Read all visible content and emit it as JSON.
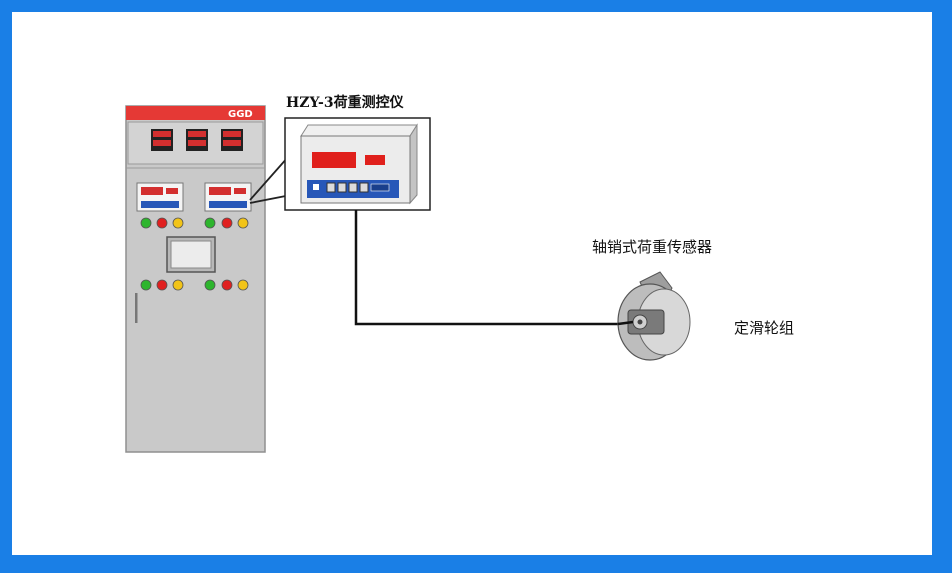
{
  "diagram": {
    "cabinet": {
      "brand": "GGD"
    },
    "labels": {
      "controller": "HZY-3荷重测控仪",
      "sensor": "轴销式荷重传感器",
      "pulley": "定滑轮组"
    },
    "colors": {
      "frame_border": "#1a7fe6",
      "cabinet_body": "#c9c9c9",
      "cabinet_top": "#e53935",
      "led_red": "#e0201c",
      "indicator_green": "#2db52d",
      "indicator_red": "#e02020",
      "indicator_yellow": "#f2c418",
      "panel_blue": "#2757b8"
    }
  }
}
